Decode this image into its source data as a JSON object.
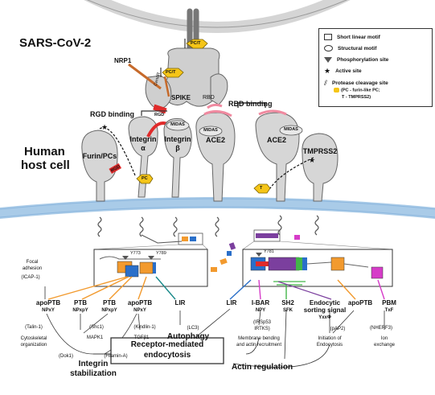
{
  "title": "SARS-CoV-2",
  "host_label": [
    "Human",
    "host cell"
  ],
  "legend": {
    "short_linear_motif": "Short linear motif",
    "structural_motif": "Structural motif",
    "phosphorylation_site": "Phosphorylation site",
    "active_site": "Active site",
    "protease_cleavage_site": "Protease cleavage site",
    "protease_cleavage_detail_1": "(PC - furin-like PC;",
    "protease_cleavage_detail_2": "T - TMPRSS2)"
  },
  "virus": {
    "spike": "SPIKE",
    "rbd": "RBD",
    "nrp1": "NRP1",
    "cendr": "CendR",
    "pc_t_top": "PC/T",
    "pc_t_mid": "PC/T",
    "rgd_spike": "RGD"
  },
  "host": {
    "rgd_binding": "RGD binding",
    "rbd_binding": "RBD binding",
    "integrin_alpha_1": "Integrin",
    "integrin_alpha_2": "α",
    "integrin_beta_1": "Integrin",
    "integrin_beta_2": "β",
    "midas": "MIDAS",
    "ace2_left": "ACE2",
    "ace2_right": "ACE2",
    "furin": "Furin/PCs",
    "rgd_furin": "RGD",
    "pc": "PC",
    "tmprss2": "TMPRSS2",
    "t": "T",
    "y773": "Y773",
    "y789": "Y789",
    "y781": "Y781"
  },
  "pathways": {
    "focal_adhesion": "Focal",
    "focal_adhesion_2": "adhesion",
    "icap1": "(ICAP-1)",
    "apoptb_1": "apoPTB",
    "npxy_1": "NPxY",
    "ptb_2": "PTB",
    "npxy_2": "NPxpY",
    "ptb_3": "PTB",
    "npxy_3": "NPxpY",
    "apoptb_4": "apoPTB",
    "npxy_4": "NPxY",
    "lir_left": "LIR",
    "lir_right": "LIR",
    "ibar": "I-BAR",
    "npy": "NPY",
    "sh2": "SH2",
    "sfk": "SFK",
    "endocytic_1": "Endocytic",
    "endocytic_2": "sorting signal",
    "yxxphi": "YxxΦ",
    "apoptb_right": "apoPTB",
    "pbm": "PBM",
    "txf": "TxF",
    "talin": "(Talin-1)",
    "shc1": "(Shc1)",
    "kindlin": "(Kindlin-1)",
    "lc3": "(LC3)",
    "irsp53": "(IRSp53",
    "irtks": "IRTKS)",
    "ap2": "(pAP2)",
    "nherf3": "(NHERF3)",
    "cyto_1": "Cytoskeletal",
    "cyto_2": "organization",
    "mapk1": "MAPK1",
    "tgfb1": "TGFβ1",
    "autophagy": "Autophagy",
    "membrane_1": "Membrane bending",
    "membrane_2": "and actin recruitment",
    "initiation_1": "Initiation of",
    "initiation_2": "Endocytosis",
    "ion_1": "Ion",
    "ion_2": "exchange",
    "dok1": "(Dok1)",
    "filamin": "(Filamin-A)",
    "integrin_stab_1": "Integrin",
    "integrin_stab_2": "stabilization",
    "rme_1": "Receptor-mediated",
    "rme_2": "endocytosis",
    "actin_regulation": "Actin regulation"
  },
  "colors": {
    "orange": "#f29a2e",
    "blue": "#2a6fc9",
    "purple": "#7b3f9e",
    "green": "#43b649",
    "magenta": "#d63cc8",
    "red": "#e02b2b",
    "pink": "#f08aa0",
    "yellow": "#f5c518",
    "gray": "#c9c9c9",
    "membrane": "#a9cbe8",
    "teal": "#1a8a8a"
  }
}
